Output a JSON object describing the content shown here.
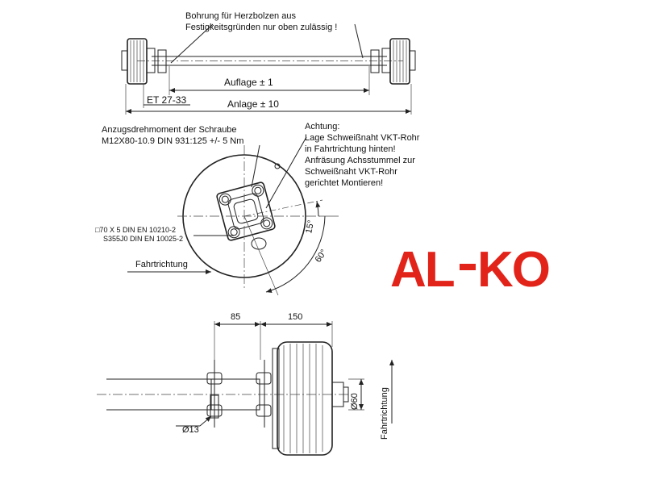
{
  "top_view": {
    "note_line1": "Bohrung für Herzbolzen aus",
    "note_line2": "Festigkeitsgründen nur oben zulässig !",
    "dim_auflage": "Auflage   ±   1",
    "dim_et": "ET 27-33",
    "dim_anlage": "Anlage   ±  10"
  },
  "flange_view": {
    "torque_line1": "Anzugsdrehmoment der Schraube",
    "torque_line2": "M12X80-10.9 DIN 931:125 +/- 5 Nm",
    "warning_line1": "Achtung:",
    "warning_line2": "Lage Schweißnaht VKT-Rohr",
    "warning_line3": "in Fahrtrichtung hinten!",
    "warning_line4": "Anfräsung Achsstummel zur",
    "warning_line5": "Schweißnaht VKT-Rohr",
    "warning_line6": "gerichtet Montieren!",
    "tube_spec1": "□70 X 5 DIN EN 10210-2",
    "tube_spec2": "S355J0 DIN EN 10025-2",
    "direction": "Fahrtrichtung",
    "angle_15": "15°",
    "angle_60": "60°"
  },
  "side_view": {
    "dim_85": "85",
    "dim_150": "150",
    "dim_13": "Ø13",
    "dim_60": "Ø60",
    "direction": "Fahrtrichtung"
  },
  "logo": {
    "text_left": "AL",
    "text_right": "KO",
    "color": "#e2231a"
  }
}
